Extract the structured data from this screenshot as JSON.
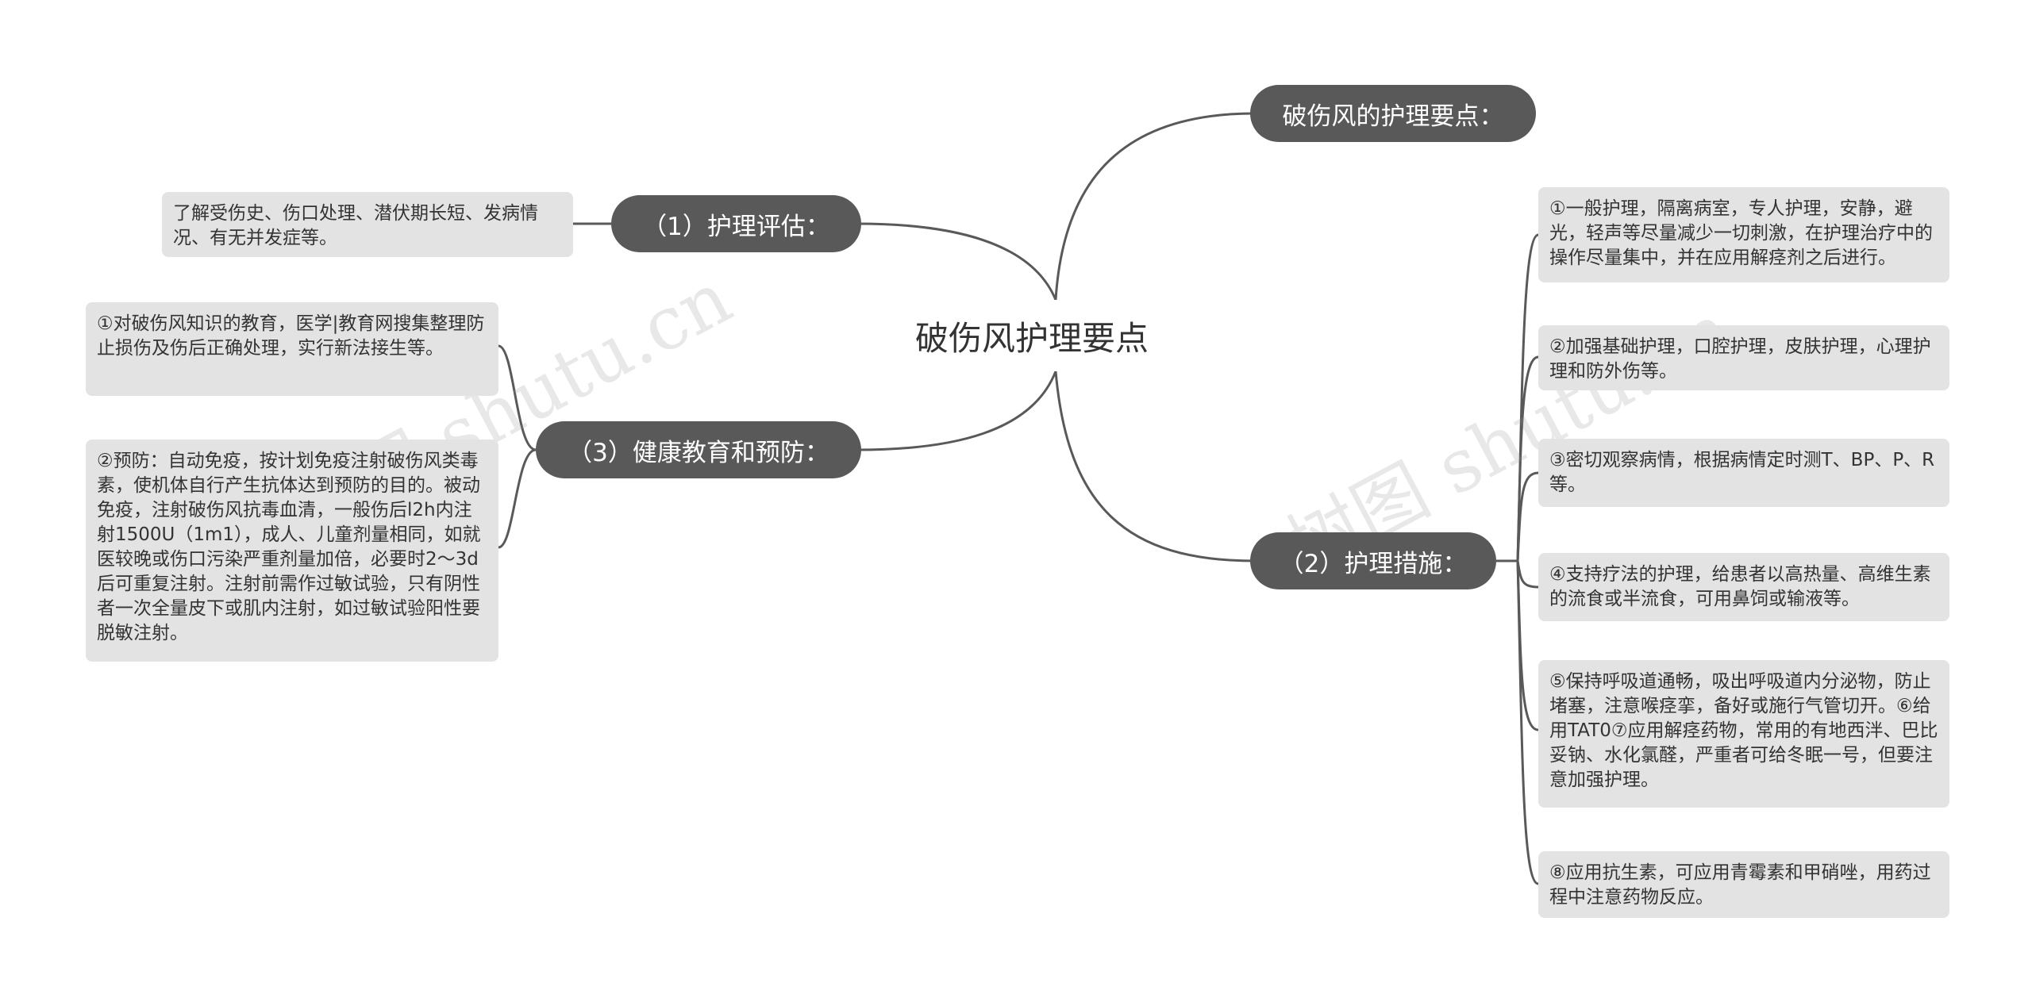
{
  "root": {
    "label": "破伤风护理要点"
  },
  "branches": {
    "key_points": {
      "label": "破伤风的护理要点："
    },
    "assessment": {
      "label": "（1）护理评估："
    },
    "measures": {
      "label": "（2）护理措施："
    },
    "education": {
      "label": "（3）健康教育和预防："
    }
  },
  "leaves": {
    "assessment": [
      "了解受伤史、伤口处理、潜伏期长短、发病情况、有无并发症等。"
    ],
    "education": [
      "①对破伤风知识的教育，医学|教育网搜集整理防止损伤及伤后正确处理，实行新法接生等。",
      "②预防：自动免疫，按计划免疫注射破伤风类毒素，使机体自行产生抗体达到预防的目的。被动免疫，注射破伤风抗毒血清，一般伤后l2h内注射1500U（1m1），成人、儿童剂量相同，如就医较晚或伤口污染严重剂量加倍，必要时2～3d后可重复注射。注射前需作过敏试验，只有阴性者一次全量皮下或肌内注射，如过敏试验阳性要脱敏注射。"
    ],
    "measures": [
      "①一般护理，隔离病室，专人护理，安静，避光，轻声等尽量减少一切刺激，在护理治疗中的操作尽量集中，并在应用解痉剂之后进行。",
      "②加强基础护理，口腔护理，皮肤护理，心理护理和防外伤等。",
      "③密切观察病情，根据病情定时测T、BP、P、R等。",
      "④支持疗法的护理，给患者以高热量、高维生素的流食或半流食，可用鼻饲或输液等。",
      "⑤保持呼吸道通畅，吸出呼吸道内分泌物，防止堵塞，注意喉痉挛，备好或施行气管切开。⑥给用TAT0⑦应用解痉药物，常用的有地西泮、巴比妥钠、水化氯醛，严重者可给冬眠一号，但要注意加强护理。",
      "⑧应用抗生素，可应用青霉素和甲硝唑，用药过程中注意药物反应。"
    ]
  },
  "watermark": [
    "树图 shutu.cn",
    "树图 shutu.cn"
  ],
  "colors": {
    "branch": "#595959",
    "leaf": "#e3e3e3",
    "line": "#595959",
    "text": "#333333"
  }
}
